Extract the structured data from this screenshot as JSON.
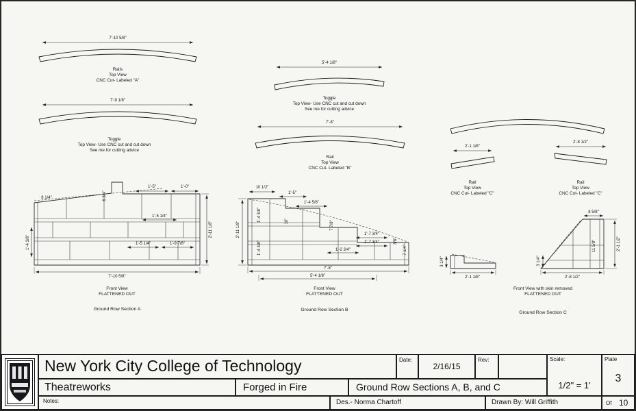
{
  "parts": {
    "rail_a": {
      "dim": "7'-10 5/8\"",
      "l1": "Rails",
      "l2": "Top View",
      "l3": "CNC Cut- Labeled \"A\""
    },
    "toggle_a": {
      "dim": "7'-9 1/8\"",
      "l1": "Toggle",
      "l2": "Top View- Use CNC cut and cut down",
      "l3": "See me for cutting advice"
    },
    "toggle_b": {
      "dim": "5'-4 1/8\"",
      "l1": "Toggle",
      "l2": "Top View- Use CNC cut and cut down",
      "l3": "See me for cutting advice"
    },
    "rail_b": {
      "dim": "7'-8\"",
      "l1": "Rail",
      "l2": "Top View",
      "l3": "CNC Cut- Labeled \"B\""
    },
    "rail_c_left": {
      "dim": "2'-1 1/8\"",
      "l1": "Rail",
      "l2": "Top View",
      "l3": "CNC Cut- Labeled \"C\""
    },
    "rail_c_right": {
      "dim": "2'-8 1/2\"",
      "l1": "Rail",
      "l2": "Top View",
      "l3": "CNC Cut- Labeled \"C\""
    }
  },
  "section_a": {
    "dims": {
      "a1": "8 1/4\"",
      "a2": "6 3/4\"",
      "a3": "1'-5\"",
      "a4": "1'-0\"",
      "a5": "1'-5 1/4\"",
      "a6": "1'-4 3/8\"",
      "a7": "1'-5 1/4\"",
      "a8": "1'-9 7/8\"",
      "a9": "2'-11 1/8\"",
      "a10": "7'-10 5/8\""
    },
    "caption1": "Front View",
    "caption2": "FLATTENED OUT",
    "name": "Ground Row Section A"
  },
  "section_b": {
    "dims": {
      "b1": "10 1/2\"",
      "b2": "1'-5\"",
      "b3": "1'-4 5/8\"",
      "b4": "1'-4 3/8\"",
      "b5": "10\"",
      "b6": "7 7/8\"",
      "b7": "1'-7 3/4\"",
      "b8": "1'-7 3/4\"",
      "b9": "3/8\"",
      "b10": "1'-2 3/4\"",
      "b11": "7 1/4\"",
      "b12": "2'-11 1/8\"",
      "b13": "1'-4 3/8\"",
      "b14": "7'-8\"",
      "b15": "5'-4 1/8\""
    },
    "caption1": "Front View",
    "caption2": "FLATTENED OUT",
    "name": "Ground Row Section B"
  },
  "section_c": {
    "dims": {
      "c1": "2'-1 1/8\"",
      "c2": "3 1/4\"",
      "c3": "8 5/8\"",
      "c4": "2'-1 1/2\"",
      "c5": "11 5/8\"",
      "c6": "3 1/4\"",
      "c7": "2'-8 1/2\""
    },
    "caption1": "Front View with skin removed",
    "caption2": "FLATTENED OUT",
    "name": "Ground Row Section C"
  },
  "title_block": {
    "college": "New York City College of Technology",
    "date_label": "Date:",
    "date_value": "2/16/15",
    "rev_label": "Rev:",
    "scale_label": "Scale:",
    "scale_value": "1/2\" = 1'",
    "plate_label": "Plate",
    "plate_value": "3",
    "org": "Theatreworks",
    "show": "Forged in Fire",
    "sheet_title": "Ground Row Sections A, B, and C",
    "notes_label": "Notes:",
    "designer": "Des.- Norma Chartoff",
    "drawn_by": "Drawn By: Will Griffith",
    "of_label": "Of",
    "of_value": "10"
  }
}
